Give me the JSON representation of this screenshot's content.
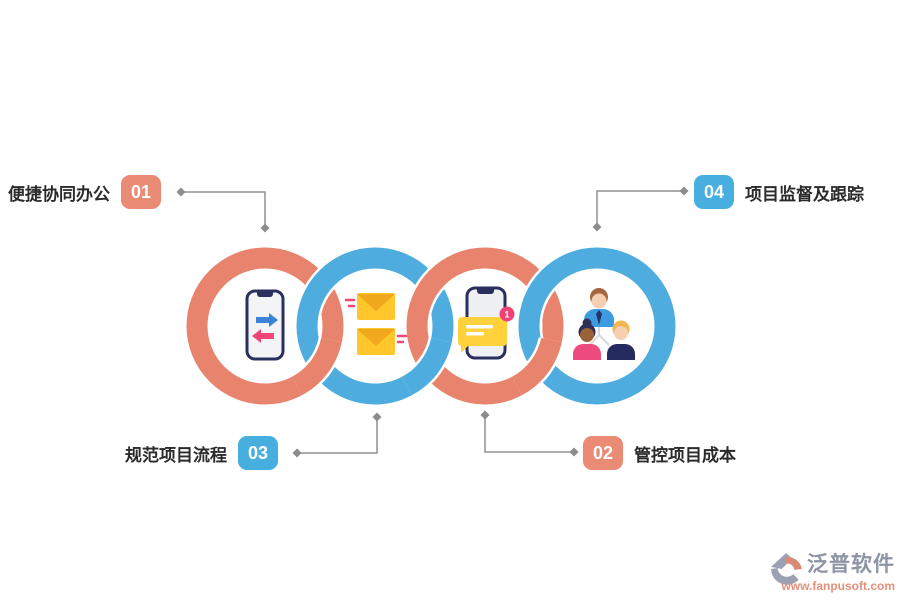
{
  "palette": {
    "background": "#FFFFFF",
    "ring_salmon": "#E8846E",
    "ring_blue": "#4EACDE",
    "badge_salmon": "#EA8B76",
    "badge_blue": "#47AFE0",
    "label_text": "#2B2B2B",
    "badge_text": "#FFFFFF",
    "connector_gray": "#909090",
    "phone_navy": "#2B2F5E",
    "arrow_blue": "#3B82D8",
    "arrow_pink": "#EE4778",
    "envelope_yellow": "#FFC72C",
    "envelope_flap": "#F0A81D",
    "chat_bubble_yellow": "#FFD23B",
    "notification_pink": "#EF4378",
    "logo_gray": "#8E94A4",
    "logo_url_color": "#E28F7E"
  },
  "callouts": [
    {
      "number": "01",
      "label": "便捷协同办公",
      "badge_color": "#EA8B76",
      "position": "top-left"
    },
    {
      "number": "02",
      "label": "管控项目成本",
      "badge_color": "#EA8B76",
      "position": "bottom-right"
    },
    {
      "number": "03",
      "label": "规范项目流程",
      "badge_color": "#47AFE0",
      "position": "bottom-left"
    },
    {
      "number": "04",
      "label": "项目监督及跟踪",
      "badge_color": "#47AFE0",
      "position": "top-right"
    }
  ],
  "rings": [
    {
      "order": 1,
      "color": "#E8846E",
      "icon": "phone-transfer-arrows"
    },
    {
      "order": 2,
      "color": "#4EACDE",
      "icon": "mail-envelopes"
    },
    {
      "order": 3,
      "color": "#E8846E",
      "icon": "phone-chat-notification"
    },
    {
      "order": 4,
      "color": "#4EACDE",
      "icon": "team-org-chart"
    }
  ],
  "notification_badge": "1",
  "watermark": {
    "brand": "泛普软件",
    "url": "www.fanpusoft.com"
  }
}
